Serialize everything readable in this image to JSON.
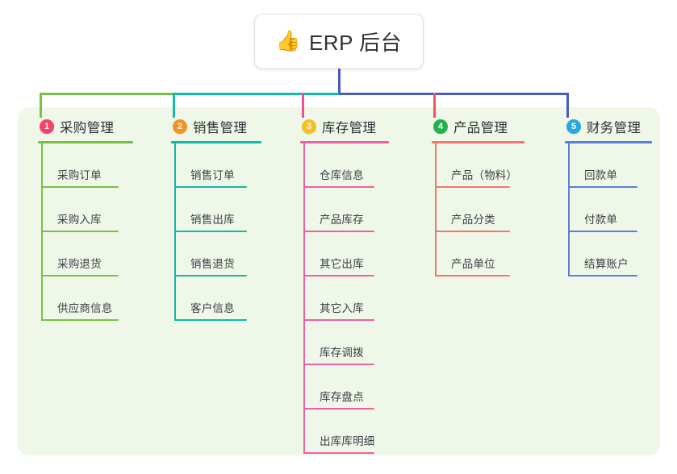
{
  "root": {
    "emoji": "👍",
    "emoji_name": "thumbs-up-icon",
    "title": "ERP 后台"
  },
  "palette": {
    "panel_bg": "#eff7e9",
    "canvas_bg": "#ffffff",
    "root_connector": "#4a5bc0",
    "bar_left": "#7ac143",
    "bar_mid": "#0fbba6",
    "bar_right": "#4a5bc0"
  },
  "branches": [
    {
      "index": "1",
      "title": "采购管理",
      "badge_color": "#f2446b",
      "line_color": "#7ac143",
      "stub_color": "#7ac143",
      "items": [
        "采购订单",
        "采购入库",
        "采购退货",
        "供应商信息"
      ]
    },
    {
      "index": "2",
      "title": "销售管理",
      "badge_color": "#f59425",
      "line_color": "#0fbba6",
      "stub_color": "#0fbba6",
      "items": [
        "销售订单",
        "销售出库",
        "销售退货",
        "客户信息"
      ]
    },
    {
      "index": "3",
      "title": "库存管理",
      "badge_color": "#f5c024",
      "line_color": "#ef5fa5",
      "stub_color": "#ef4f9c",
      "items": [
        "仓库信息",
        "产品库存",
        "其它出库",
        "其它入库",
        "库存调拨",
        "库存盘点",
        "出库库明细"
      ]
    },
    {
      "index": "4",
      "title": "产品管理",
      "badge_color": "#22b24c",
      "line_color": "#f4756d",
      "stub_color": "#f4564f",
      "items": [
        "产品（物料）",
        "产品分类",
        "产品单位"
      ]
    },
    {
      "index": "5",
      "title": "财务管理",
      "badge_color": "#29a8e0",
      "line_color": "#5a7fd6",
      "stub_color": "#4a5bc0",
      "items": [
        "回款单",
        "付款单",
        "结算账户"
      ]
    }
  ]
}
